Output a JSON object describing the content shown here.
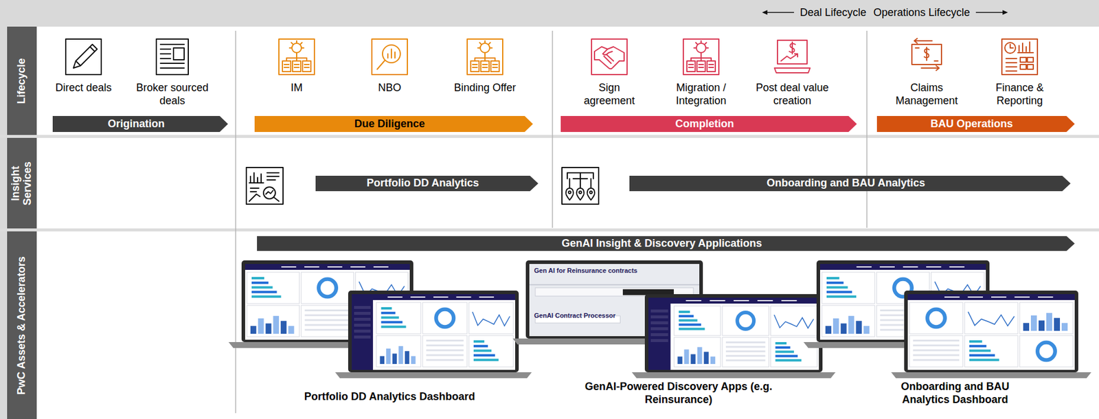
{
  "diagram": {
    "nodes": [
      {
        "text": [
          "Lifecycle"
        ]
      },
      {
        "text": [
          "Insight Services"
        ]
      },
      {
        "text": [
          "PwC Assets & Accelerators"
        ]
      },
      {
        "text": [
          "Origination"
        ]
      },
      {
        "text": [
          "Due Diligence"
        ]
      },
      {
        "text": [
          "Completion"
        ]
      },
      {
        "text": [
          "BAU Operations"
        ]
      },
      {
        "text": [
          "Portfolio DD Analytics"
        ]
      },
      {
        "text": [
          "Onboarding and BAU Analytics"
        ]
      },
      {
        "text": [
          "GenAI Insight & Discovery Applications"
        ]
      }
    ],
    "labels": [
      "Deal Lifecycle",
      "Operations Lifecycle",
      "Direct deals",
      "Broker sourced deals",
      "IM",
      "NBO",
      "Binding Offer",
      "Sign agreement",
      "Migration / Integration",
      "Post deal value creation",
      "Claims Management",
      "Finance & Reporting",
      "Gen AI for Reinsurance contracts",
      "GenAI Contract Processor",
      "Portfolio DD Analytics Dashboard",
      "GenAI-Powered Discovery Apps (e.g. Reinsurance)",
      "Onboarding and BAU Analytics Dashboard"
    ]
  }
}
